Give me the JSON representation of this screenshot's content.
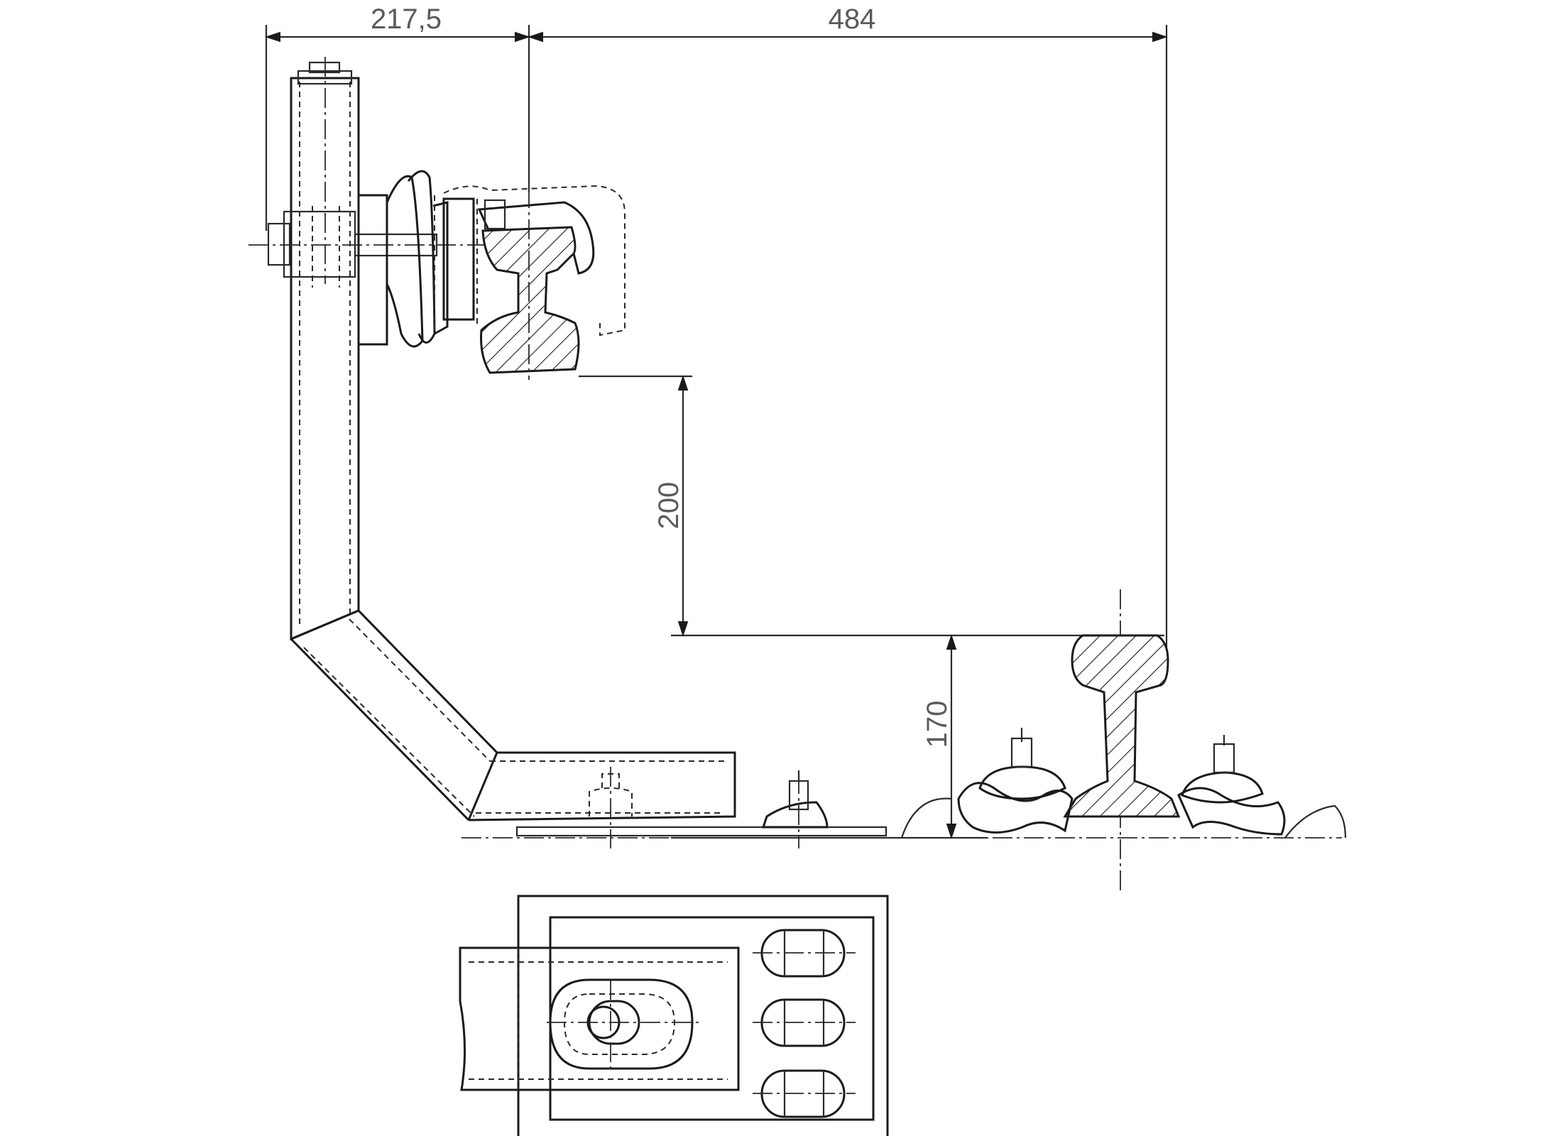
{
  "dimensions": {
    "horizontal_left": "217,5",
    "horizontal_right": "484",
    "vertical_upper": "200",
    "vertical_lower": "170"
  },
  "colors": {
    "line": "#1a1a1a",
    "dimension_text": "#5a5a5a",
    "background": "#ffffff"
  }
}
